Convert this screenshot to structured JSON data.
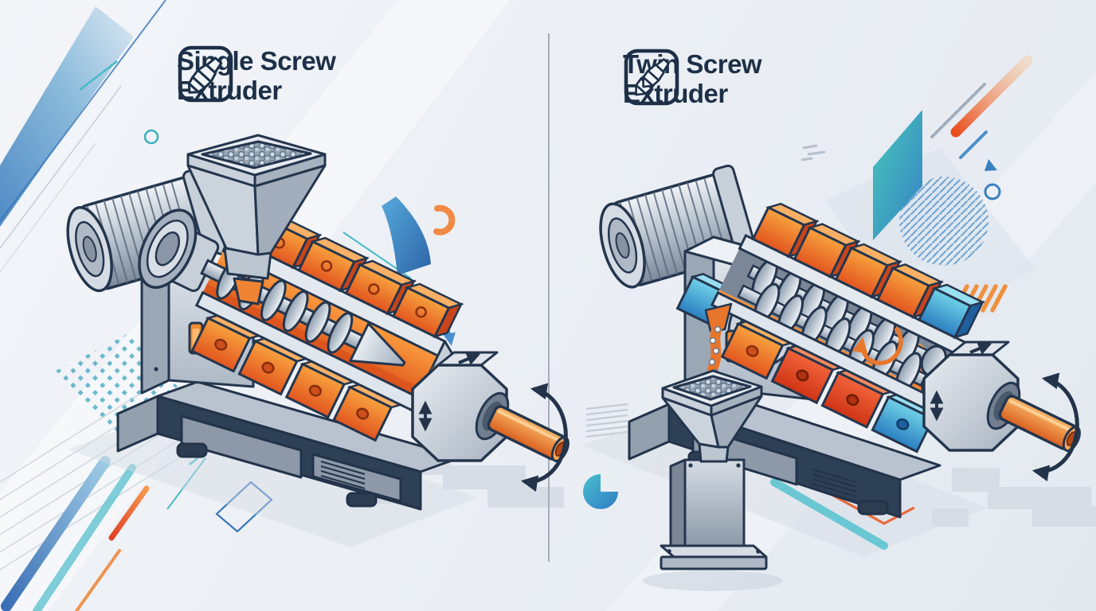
{
  "left_panel": {
    "icon": "single-screw-icon",
    "title_line1": "Single Screw",
    "title_line2": "Extruder",
    "machine_type": "single-screw-extruder"
  },
  "right_panel": {
    "icon": "twin-screw-icon",
    "title_line1": "Twin Screw",
    "title_line2": "Extruder",
    "machine_type": "twin-screw-extruder"
  },
  "palette": {
    "background": "#edf0f5",
    "outline_navy": "#24364e",
    "title_text": "#1d3048",
    "machine_gray_light": "#e8ecf1",
    "machine_gray": "#c7cfd9",
    "machine_gray_dark": "#8d99a8",
    "machine_navy_base": "#2e4056",
    "heater_orange": "#f08432",
    "heater_red": "#e05430",
    "heater_blue": "#45aed8",
    "melt_orange": "#e8702a",
    "rod_orange": "#ef8c3a",
    "accent_teal": "#3fbac6",
    "accent_blue": "#3a7bd5",
    "shadow_gray": "#d6dce4",
    "divider_gray": "#a4adb8",
    "pellet_gray": "#cfdae4"
  }
}
